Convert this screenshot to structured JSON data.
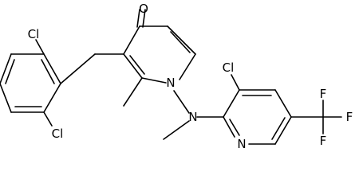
{
  "structure": {
    "atoms": {
      "o": "O",
      "cl_top_left": "Cl",
      "cl_bottom_left": "Cl",
      "n_pyridinone": "N",
      "n_amine": "N",
      "cl_pyridine": "Cl",
      "n_pyridine": "N",
      "f_top": "F",
      "f_middle": "F",
      "f_bottom": "F"
    }
  }
}
